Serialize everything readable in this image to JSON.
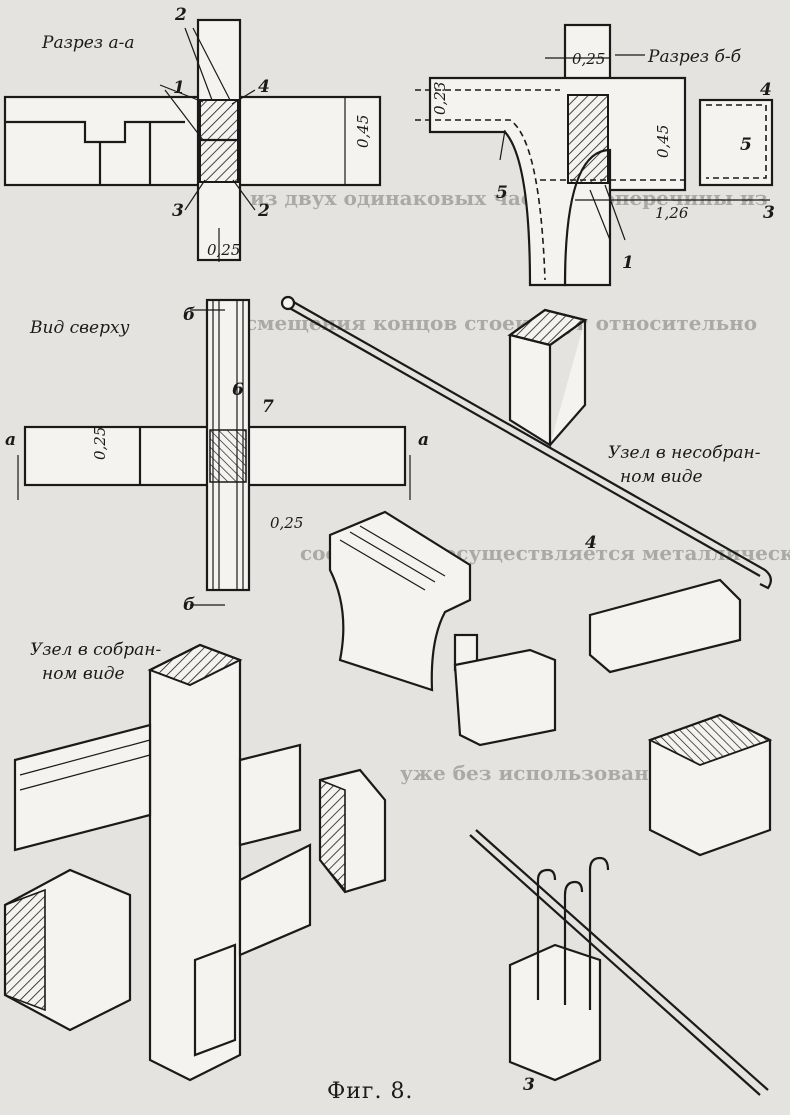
{
  "figure": {
    "caption": "Фиг. 8.",
    "section_a": {
      "title": "Разрез а-а",
      "dim_height": "0,45",
      "dim_width": "0,25",
      "callouts": [
        "1",
        "2",
        "4",
        "3",
        "2"
      ]
    },
    "section_b": {
      "title": "Разрез б-б",
      "dim_top": "0,25",
      "dim_left": "0,23",
      "dim_height": "0,45",
      "dim_length": "1,26",
      "callouts": [
        "4",
        "5",
        "5",
        "3",
        "1"
      ]
    },
    "top_view": {
      "title": "Вид сверху",
      "dim_width": "0,25",
      "dim_right": "0,25",
      "marks": [
        "б",
        "а",
        "а",
        "б"
      ],
      "callouts": [
        "6",
        "7"
      ]
    },
    "unassembled": {
      "label": "Узел в несобранном виде",
      "rod_callout": "4"
    },
    "assembled": {
      "label": "Узел в собранном виде",
      "rod_callout": "3"
    },
    "background_text": [
      "из двух одинаковых частей, поперечины из",
      "смещения концов стоек друг относительно",
      "соединение осуществляется металлическими",
      "уже без использования клея."
    ]
  }
}
